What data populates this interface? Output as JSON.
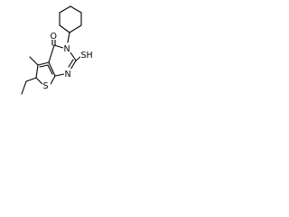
{
  "molecule": {
    "atoms": {
      "oxygen": "O",
      "nitrogen_top": "N",
      "thiol": "SH",
      "nitrogen_bottom": "N",
      "sulfur_ring": "S"
    }
  },
  "colors": {
    "bond": "#000000",
    "background": "#ffffff"
  }
}
